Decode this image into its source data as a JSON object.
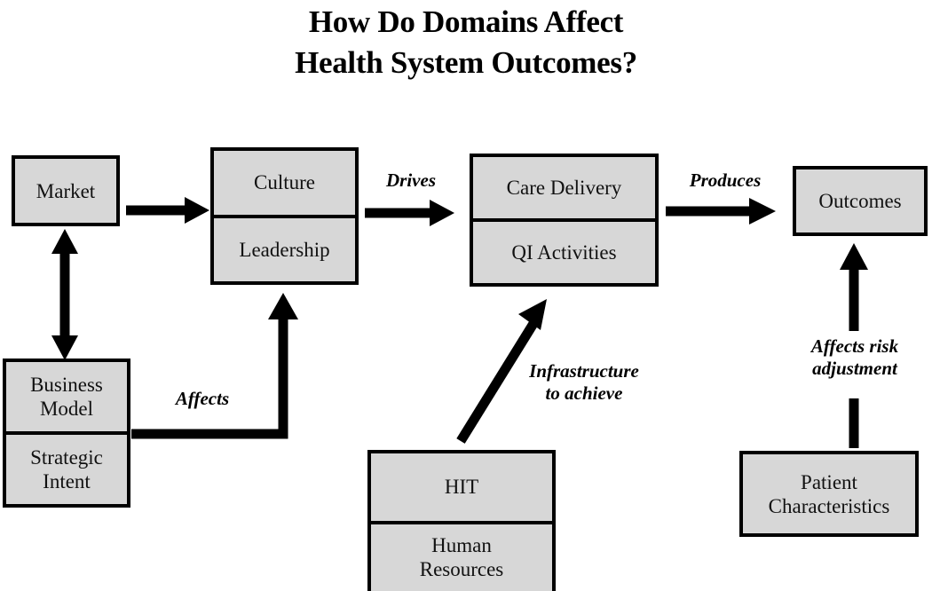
{
  "title": {
    "line1": "How Do Domains Affect",
    "line2": "Health System Outcomes?"
  },
  "colors": {
    "box_fill": "#d7d7d7",
    "box_border": "#000000",
    "arrow": "#000000",
    "background": "#ffffff",
    "text": "#111111"
  },
  "nodes": {
    "market": {
      "rows": [
        "Market"
      ]
    },
    "business": {
      "rows": [
        "Business Model",
        "Strategic Intent"
      ]
    },
    "culture": {
      "rows": [
        "Culture",
        "Leadership"
      ]
    },
    "care": {
      "rows": [
        "Care Delivery",
        "QI Activities"
      ]
    },
    "outcomes": {
      "rows": [
        "Outcomes"
      ]
    },
    "hit": {
      "rows": [
        "HIT",
        "Human Resources"
      ]
    },
    "patient": {
      "rows": [
        "Patient Characteristics"
      ]
    }
  },
  "connectors": {
    "drives": "Drives",
    "produces": "Produces",
    "affects": "Affects",
    "infrastructure": "Infrastructure\nto achieve",
    "affects_risk": "Affects risk\nadjustment"
  }
}
